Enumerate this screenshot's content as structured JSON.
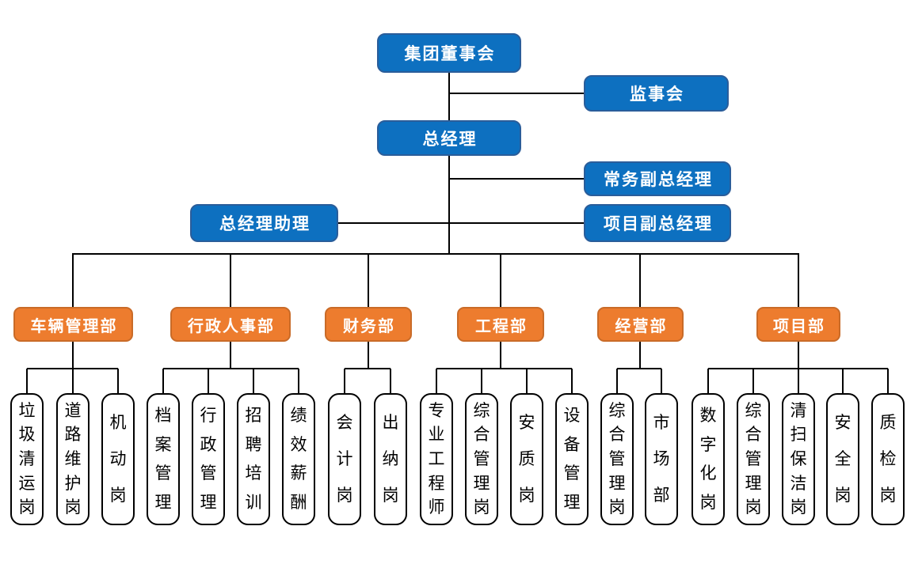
{
  "palette": {
    "executive_fill": "#0d70c0",
    "executive_border": "#2a5d9a",
    "department_fill": "#ed7c2e",
    "department_border": "#c96b28",
    "position_fill": "#ffffff",
    "position_border": "#000000",
    "connector": "#000000",
    "text_on_color": "#ffffff",
    "text_on_white": "#000000"
  },
  "org": {
    "board": "集团董事会",
    "supervisory": "监事会",
    "general_manager": "总经理",
    "executive_deputy_gm": "常务副总经理",
    "gm_assistant": "总经理助理",
    "project_deputy_gm": "项目副总经理",
    "departments": [
      {
        "label": "车辆管理部",
        "positions": [
          "垃圾清运岗",
          "道路维护岗",
          "机动岗"
        ]
      },
      {
        "label": "行政人事部",
        "positions": [
          "档案管理",
          "行政管理",
          "招聘培训",
          "绩效薪酬"
        ]
      },
      {
        "label": "财务部",
        "positions": [
          "会计岗",
          "出纳岗"
        ]
      },
      {
        "label": "工程部",
        "positions": [
          "专业工程师",
          "综合管理岗",
          "安质岗",
          "设备管理"
        ]
      },
      {
        "label": "经营部",
        "positions": [
          "综合管理岗",
          "市场部"
        ]
      },
      {
        "label": "项目部",
        "positions": [
          "数字化岗",
          "综合管理岗",
          "清扫保洁岗",
          "安全岗",
          "质检岗"
        ]
      }
    ]
  }
}
